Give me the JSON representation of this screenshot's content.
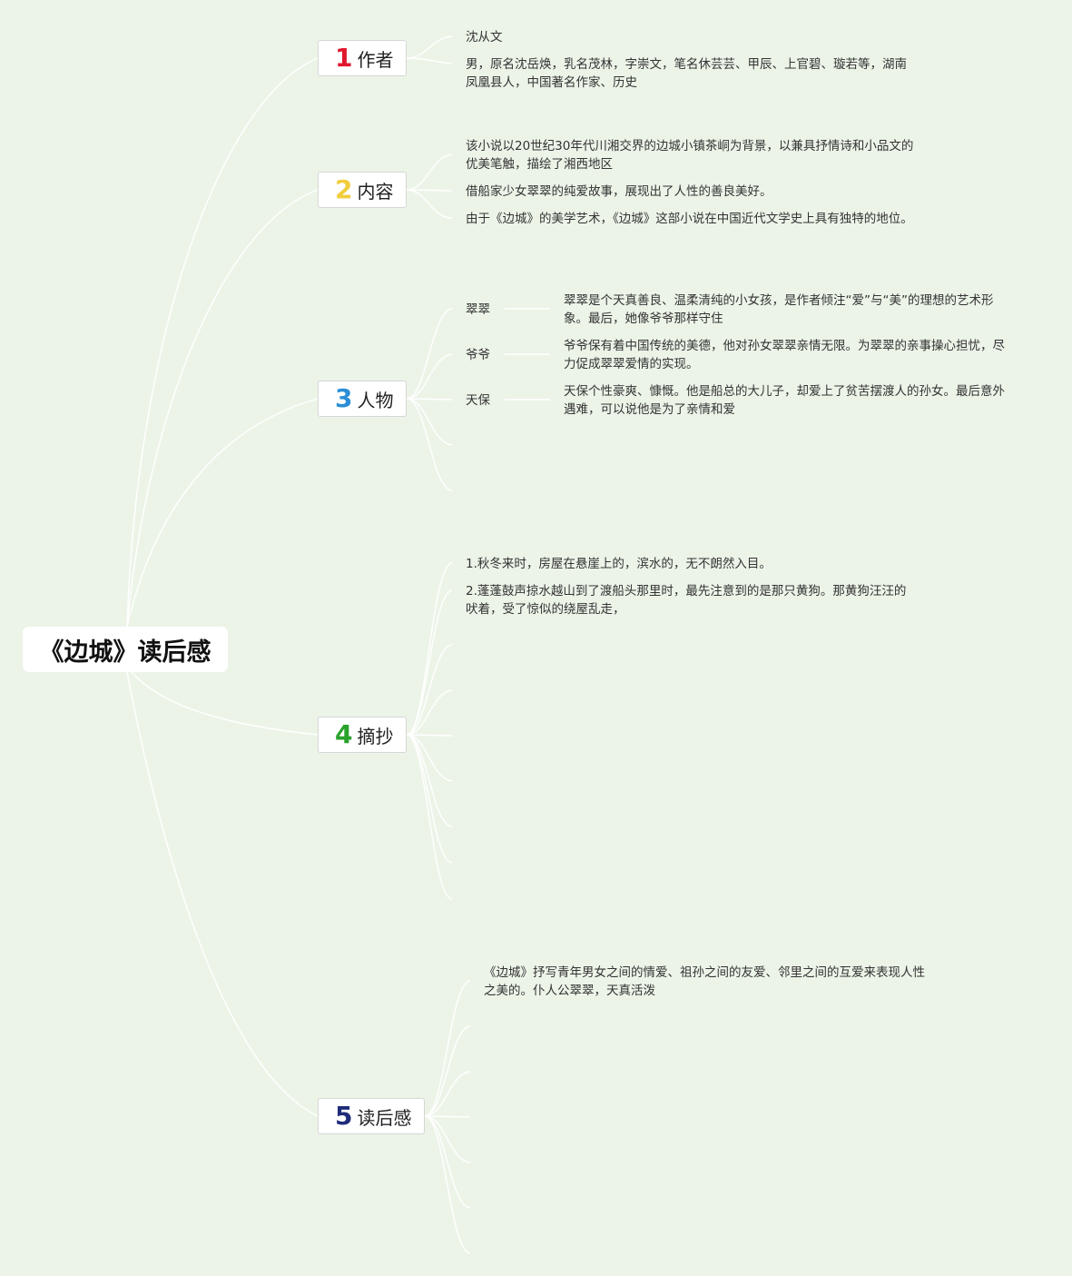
{
  "root": {
    "title": "《边城》读后感"
  },
  "colors": {
    "background": "#ecf4e8",
    "lines": "#ffffff",
    "n1": "#e0182f",
    "n2": "#f0cd3c",
    "n3": "#2b8fd6",
    "n4": "#2aa22a",
    "n5": "#1f2c7a"
  },
  "branches": [
    {
      "number": "1",
      "label": "作者",
      "items": [
        "沈从文",
        "男，原名沈岳焕，乳名茂林，字崇文，笔名休芸芸、甲辰、上官碧、璇若等，湖南凤凰县人，中国著名作家、历史"
      ]
    },
    {
      "number": "2",
      "label": "内容",
      "items": [
        "该小说以20世纪30年代川湘交界的边城小镇茶峒为背景，以兼具抒情诗和小品文的优美笔触，描绘了湘西地区",
        "借船家少女翠翠的纯爱故事，展现出了人性的善良美好。",
        "由于《边城》的美学艺术，《边城》这部小说在中国近代文学史上具有独特的地位。"
      ]
    },
    {
      "number": "3",
      "label": "人物",
      "characters": [
        {
          "name": "翠翠",
          "desc": "翠翠是个天真善良、温柔清纯的小女孩，是作者倾注“爱”与“美”的理想的艺术形象。最后，她像爷爷那样守住"
        },
        {
          "name": "爷爷",
          "desc": "爷爷保有着中国传统的美德，他对孙女翠翠亲情无限。为翠翠的亲事操心担忧，尽力促成翠翠爱情的实现。"
        },
        {
          "name": "天保",
          "desc": "天保个性豪爽、慷慨。他是船总的大儿子，却爱上了贫苦摆渡人的孙女。最后意外遇难，可以说他是为了亲情和爱"
        }
      ]
    },
    {
      "number": "4",
      "label": "摘抄",
      "items": [
        "1.秋冬来时，房屋在悬崖上的，滨水的，无不朗然入目。",
        "2.蓬蓬鼓声掠水越山到了渡船头那里时，最先注意到的是那只黄狗。那黄狗汪汪的吠着，受了惊似的绕屋乱走，"
      ]
    },
    {
      "number": "5",
      "label": "读后感",
      "items": [
        "《边城》抒写青年男女之间的情爱、祖孙之间的友爱、邻里之间的互爱来表现人性之美的。仆人公翠翠，天真活泼"
      ]
    }
  ]
}
